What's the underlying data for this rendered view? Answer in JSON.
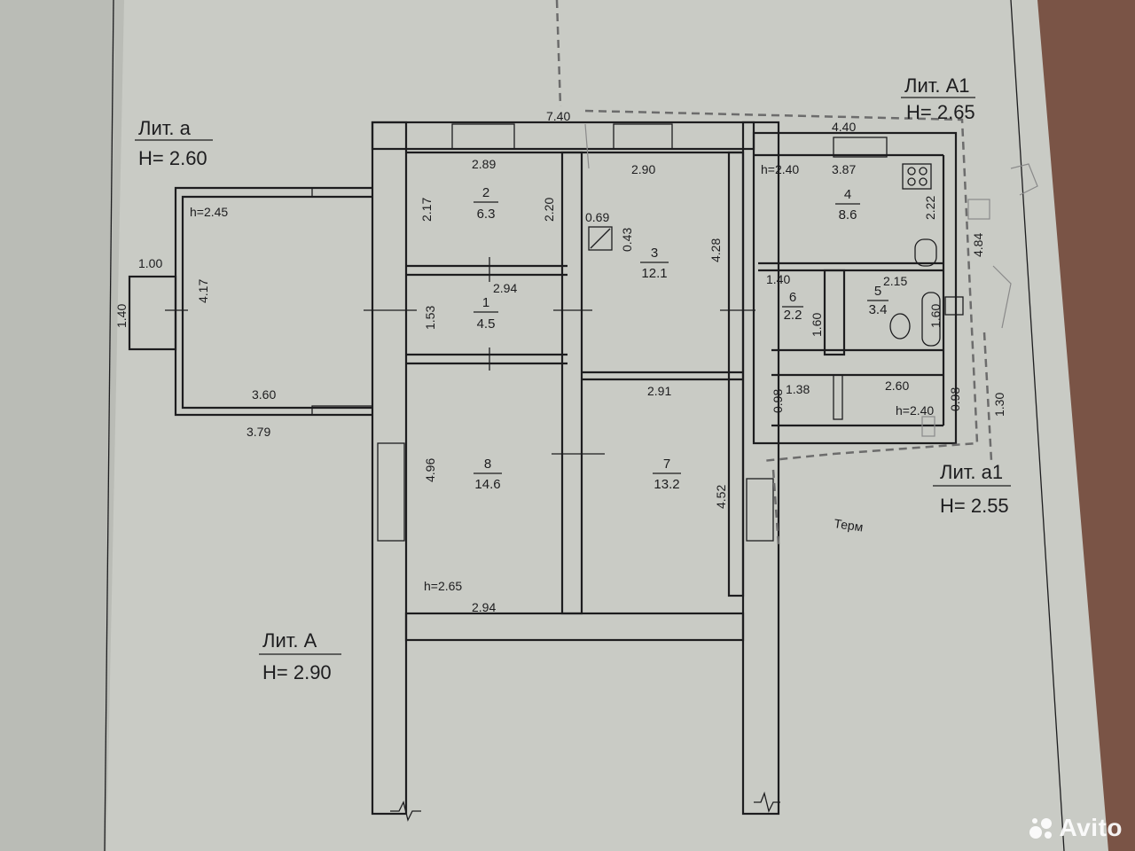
{
  "labels": {
    "lit_a_small": "Лит. а",
    "h_lit_a_small": "Н= 2.60",
    "lit_A1": "Лит. А1",
    "h_lit_A1": "Н= 2.65",
    "lit_a1": "Лит. а1",
    "h_lit_a1": "Н= 2.55",
    "lit_A": "Лит. А",
    "h_lit_A": "Н= 2.90",
    "pencil_term": "Терм"
  },
  "rooms": [
    {
      "num": "1",
      "area": "4.5"
    },
    {
      "num": "2",
      "area": "6.3"
    },
    {
      "num": "3",
      "area": "12.1"
    },
    {
      "num": "4",
      "area": "8.6"
    },
    {
      "num": "5",
      "area": "3.4"
    },
    {
      "num": "6",
      "area": "2.2"
    },
    {
      "num": "7",
      "area": "13.2"
    },
    {
      "num": "8",
      "area": "14.6"
    }
  ],
  "heights": {
    "veranda": "h=2.45",
    "room4": "h=2.40",
    "corridor": "h=2.40",
    "room8": "h=2.65"
  },
  "dimensions": {
    "d740": "7.40",
    "d440": "4.40",
    "d289": "2.89",
    "d290": "2.90",
    "d387": "3.87",
    "d217": "2.17",
    "d220": "2.20",
    "d069": "0.69",
    "d043": "0.43",
    "d428": "4.28",
    "d222": "2.22",
    "d484": "4.84",
    "d294a": "2.94",
    "d153": "1.53",
    "d140a": "1.40",
    "d215": "2.15",
    "d160a": "1.60",
    "d160b": "1.60",
    "d291": "2.91",
    "d098a": "0.98",
    "d138": "1.38",
    "d260": "2.60",
    "d098b": "0.98",
    "d130": "1.30",
    "d100": "1.00",
    "d140b": "1.40",
    "d417": "4.17",
    "d360": "3.60",
    "d379": "3.79",
    "d496": "4.96",
    "d452": "4.52",
    "d294b": "2.94"
  },
  "watermark": {
    "text": "Avito"
  }
}
